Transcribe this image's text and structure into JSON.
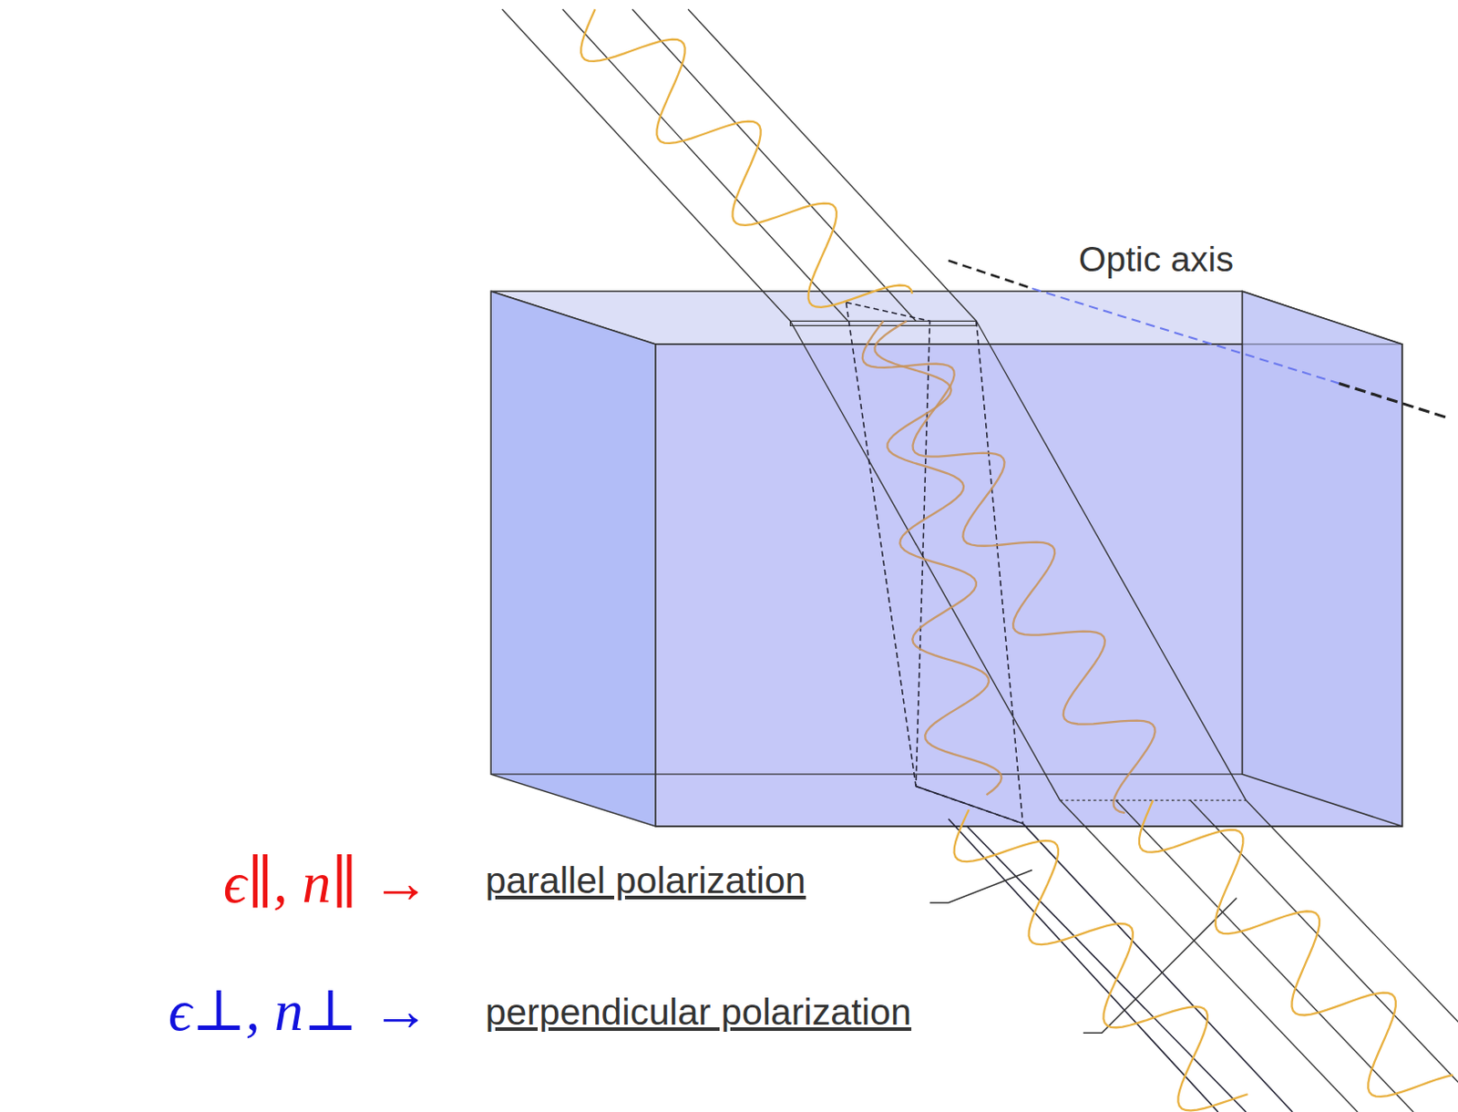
{
  "diagram": {
    "labels": [
      "Optic axis",
      "parallel polarization",
      "perpendicular polarization",
      "ϵ∥, n∥ →",
      "ϵ⊥, n⊥ →"
    ]
  }
}
